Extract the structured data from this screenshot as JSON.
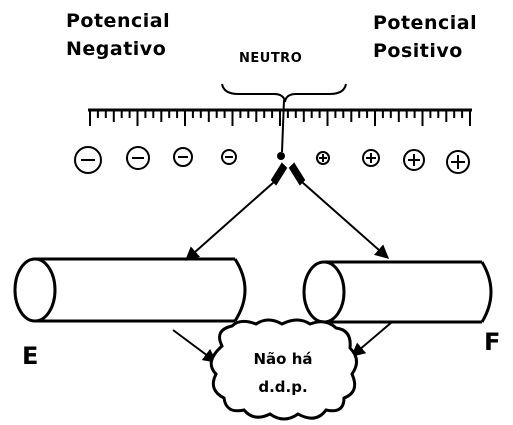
{
  "labels": {
    "negative_line1": "Potencial",
    "negative_line2": "Negativo",
    "positive_line1": "Potencial",
    "positive_line2": "Positivo",
    "neutral": "NEUTRO",
    "left_body": "E",
    "right_body": "F",
    "result_line1": "Não há",
    "result_line2": "d.d.p."
  },
  "scale": {
    "negative_signs": [
      "⊖",
      "⊖",
      "⊖",
      "⊖"
    ],
    "center_mark": "•",
    "positive_signs": [
      "⊕",
      "⊕",
      "⊕",
      "⊕"
    ]
  },
  "colors": {
    "ink": "#000000",
    "paper": "#ffffff"
  }
}
